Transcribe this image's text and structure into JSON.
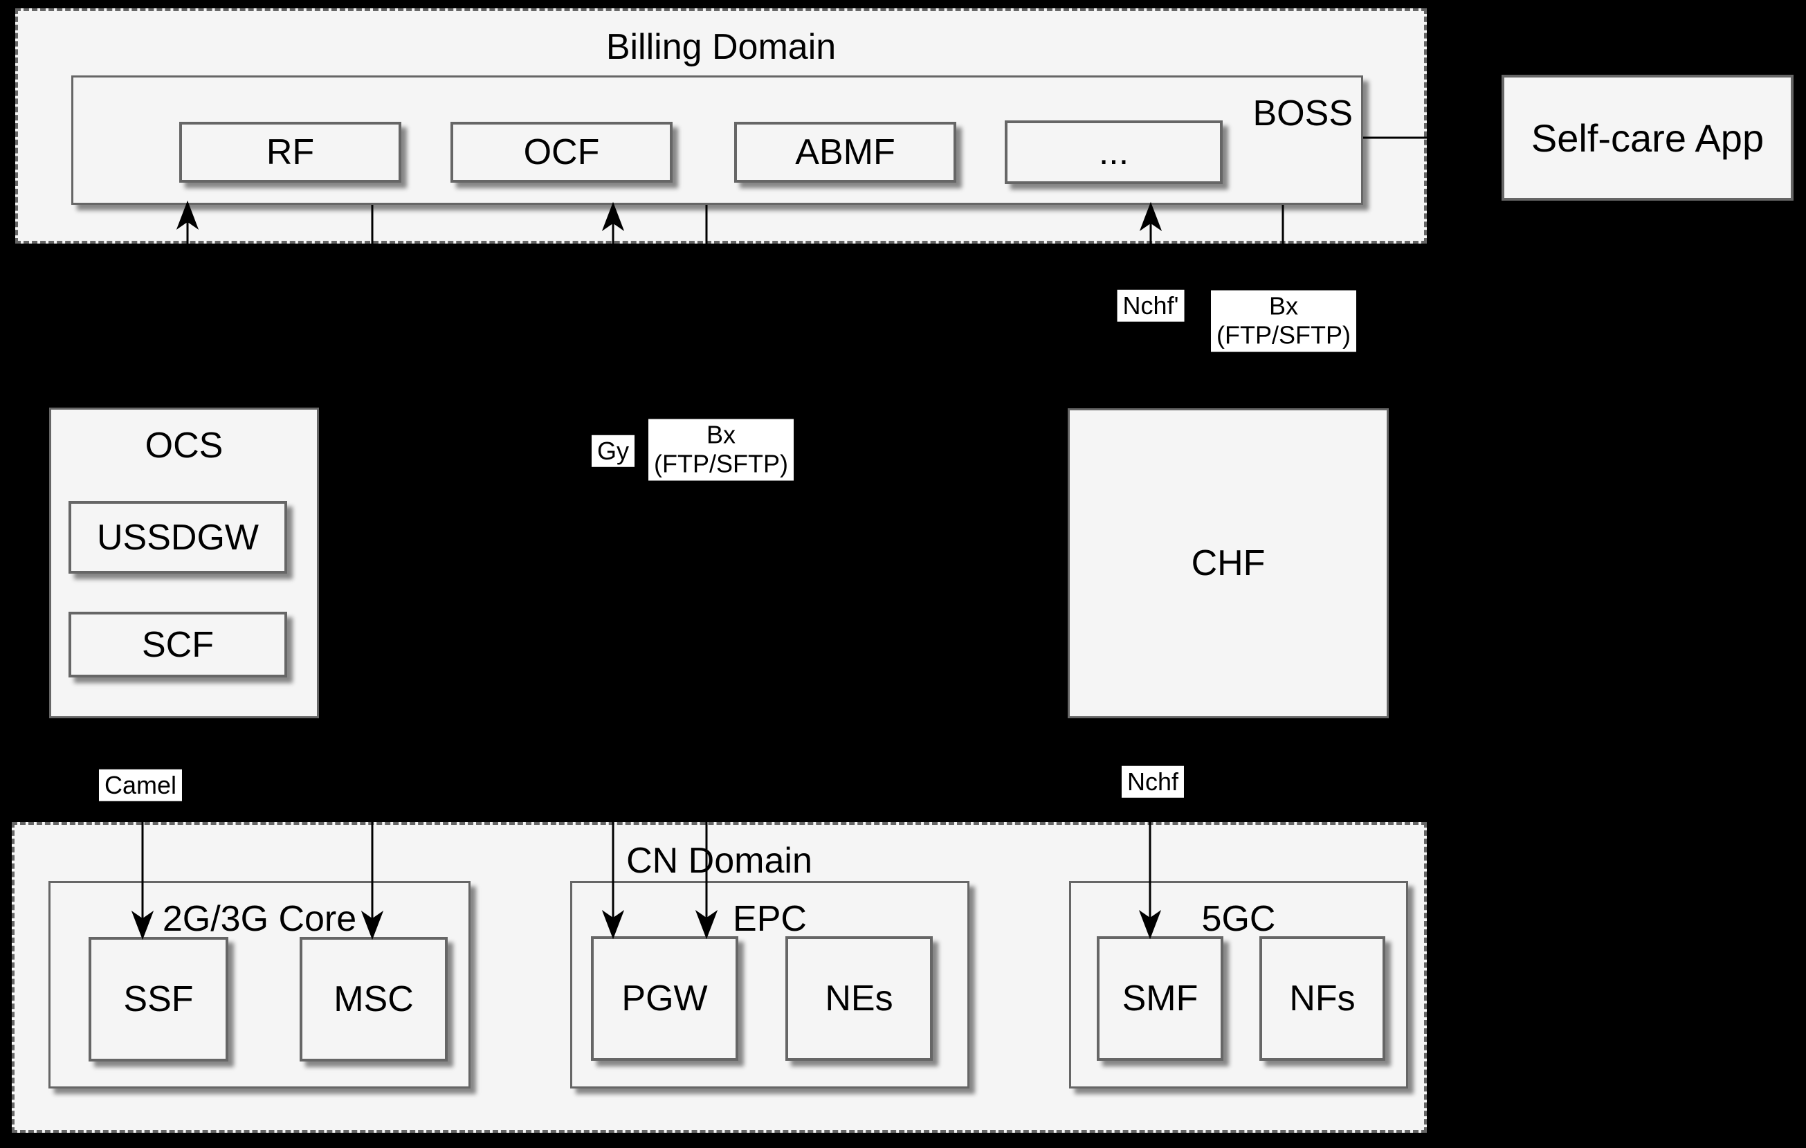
{
  "colors": {
    "background": "#000000",
    "box_fill": "#f5f5f5",
    "box_border": "#666666",
    "text": "#000000",
    "connector": "#000000",
    "interface_label_bg": "#ffffff"
  },
  "billing_domain": {
    "title": "Billing Domain",
    "boss": {
      "label": "BOSS",
      "rf": "RF",
      "ocf": "OCF",
      "abmf": "ABMF",
      "more": "..."
    }
  },
  "self_care": {
    "label": "Self-care App"
  },
  "ocs": {
    "title": "OCS",
    "ussdgw": "USSDGW",
    "scf": "SCF"
  },
  "chf": {
    "label": "CHF"
  },
  "cn_domain": {
    "title": "CN Domain",
    "core_2g3g": {
      "title": "2G/3G Core",
      "ssf": "SSF",
      "msc": "MSC"
    },
    "epc": {
      "title": "EPC",
      "pgw": "PGW",
      "nes": "NEs"
    },
    "fivegc": {
      "title": "5GC",
      "smf": "SMF",
      "nfs": "NFs"
    }
  },
  "interfaces": {
    "camel": "Camel",
    "gy": "Gy",
    "bx_pgw_line1": "Bx",
    "bx_pgw_line2": "(FTP/SFTP)",
    "nchf": "Nchf",
    "nchf_prime": "Nchf'",
    "bx_chf_line1": "Bx",
    "bx_chf_line2": "(FTP/SFTP)"
  },
  "edges": [
    {
      "from": "OCS",
      "to": "BOSS",
      "label": "",
      "arrow": "to"
    },
    {
      "from": "BOSS",
      "to": "MSC",
      "label": "",
      "arrow": "to"
    },
    {
      "from": "PGW",
      "to": "OCF (BOSS)",
      "label": "Gy",
      "arrow": "both"
    },
    {
      "from": "BOSS",
      "to": "PGW",
      "label": "Bx (FTP/SFTP)",
      "arrow": "to"
    },
    {
      "from": "CHF",
      "to": "BOSS",
      "label": "Nchf'",
      "arrow": "to"
    },
    {
      "from": "CHF",
      "to": "BOSS",
      "label": "Bx (FTP/SFTP)",
      "arrow": "none"
    },
    {
      "from": "OCS",
      "to": "SSF",
      "label": "Camel",
      "arrow": "to"
    },
    {
      "from": "CHF",
      "to": "SMF",
      "label": "Nchf",
      "arrow": "to"
    },
    {
      "from": "BOSS",
      "to": "Self-care App",
      "label": "",
      "arrow": "none"
    }
  ]
}
